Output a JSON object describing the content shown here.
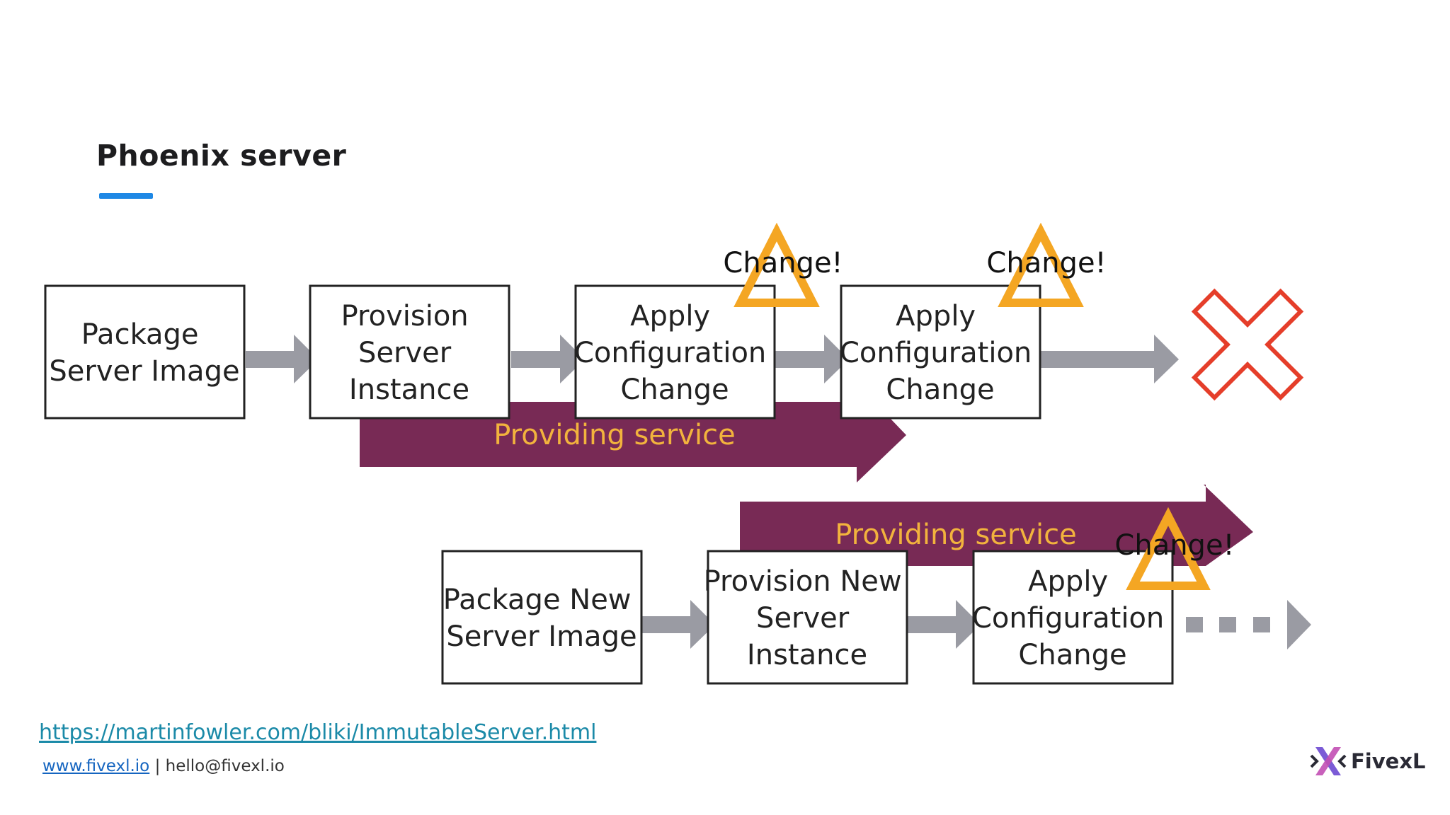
{
  "slide": {
    "title": "Phoenix server"
  },
  "diagram": {
    "boxes": [
      [
        "Package",
        "Server Image"
      ],
      [
        "Provision",
        "Server",
        "Instance"
      ],
      [
        "Apply",
        "Configuration",
        "Change"
      ],
      [
        "Apply",
        "Configuration",
        "Change"
      ],
      [
        "Package New",
        "Server Image"
      ],
      [
        "Provision New",
        "Server",
        "Instance"
      ],
      [
        "Apply",
        "Configuration",
        "Change"
      ]
    ],
    "change_labels": [
      "Change!",
      "Change!",
      "Change!"
    ],
    "service_labels": [
      "Providing service",
      "Providing service"
    ],
    "colors": {
      "box_border": "#222222",
      "arrow": "#9a9ba3",
      "service_band": "#782a55",
      "service_text": "#f2b33d",
      "warning": "#f4a623",
      "cross": "#e53e2a"
    }
  },
  "footer": {
    "reference_url": "https://martinfowler.com/bliki/ImmutableServer.html",
    "website": "www.fivexl.io",
    "separator": " | ",
    "email": "hello@fivexl.io"
  },
  "logo": {
    "text": "FivexL"
  }
}
